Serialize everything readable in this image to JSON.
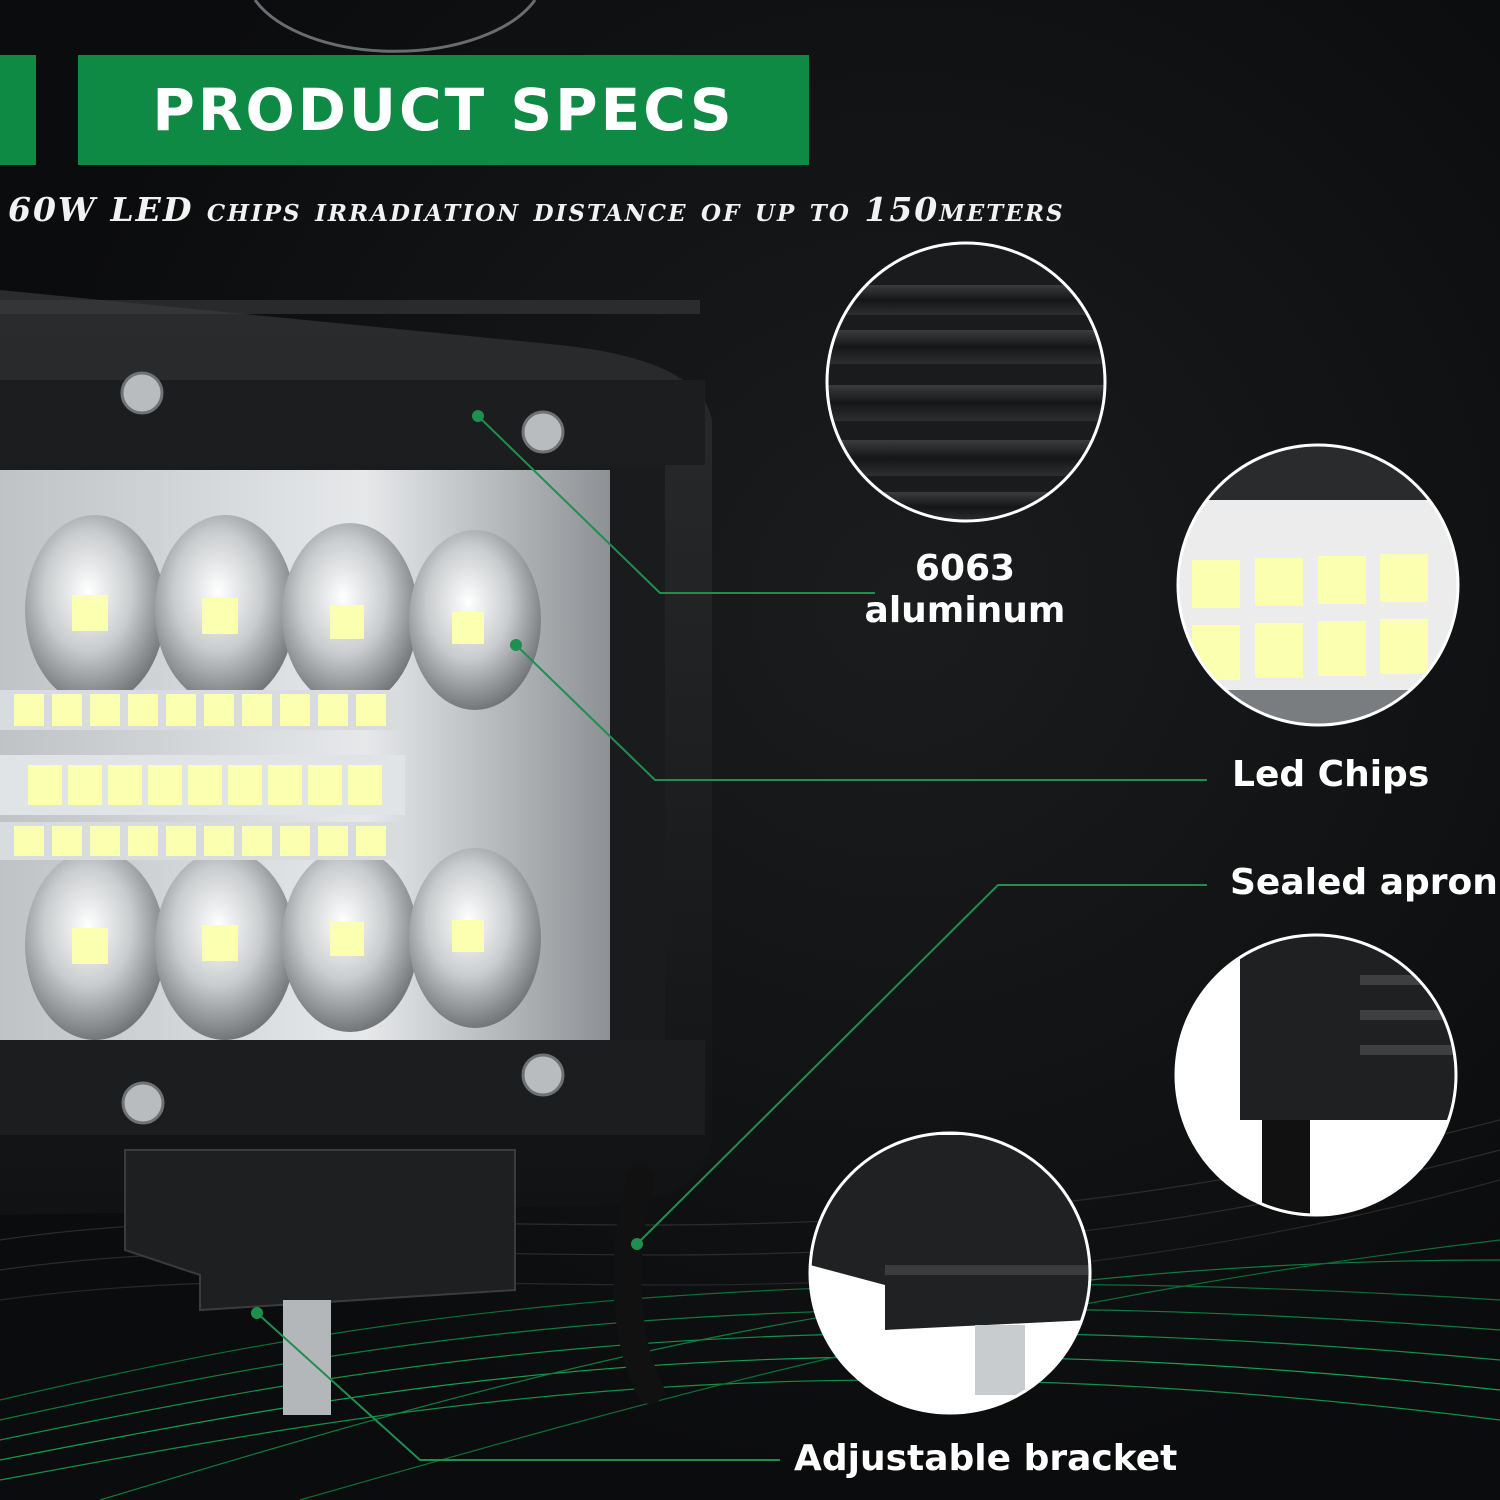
{
  "banner": {
    "title": "PRODUCT SPECS"
  },
  "subtitle": {
    "text": "60W LED chips irradiation distance of up to 150meters"
  },
  "callouts": {
    "aluminum": {
      "line1": "6063",
      "line2": "aluminum"
    },
    "led_chips": "Led Chips",
    "sealed_apron": "Sealed apron",
    "adjustable_bracket": "Adjustable bracket"
  },
  "colors": {
    "accent": "#0e8a45",
    "background": "#0c0d0e",
    "led": "#fbffb0",
    "leader_line": "#1f8f4f"
  }
}
